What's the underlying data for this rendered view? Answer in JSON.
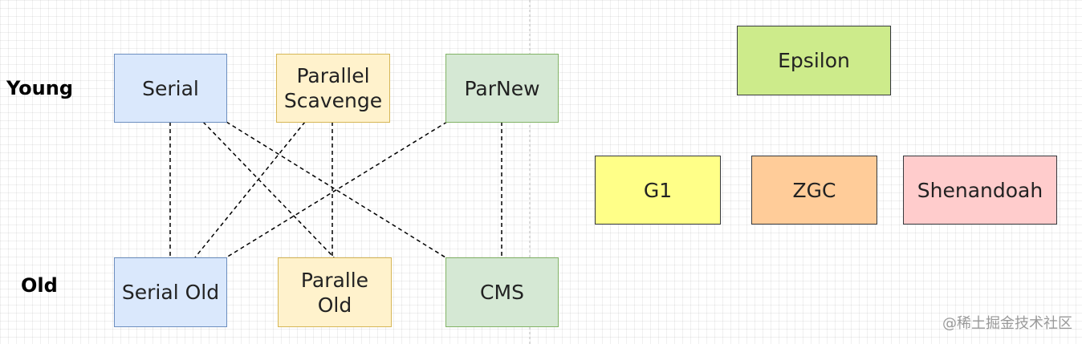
{
  "labels": {
    "young": "Young",
    "old": "Old"
  },
  "young": {
    "serial": "Serial",
    "parallel_scavenge": "Parallel\nScavenge",
    "parnew": "ParNew"
  },
  "old": {
    "serial_old": "Serial Old",
    "parallel_old": "Paralle\nOld",
    "cms": "CMS"
  },
  "standalone": {
    "epsilon": "Epsilon",
    "g1": "G1",
    "zgc": "ZGC",
    "shenandoah": "Shenandoah"
  },
  "watermark": "@稀土掘金技术社区",
  "colors": {
    "blue_fill": "#dae8fc",
    "blue_border": "#6c8ebf",
    "yellow_fill": "#fff2cc",
    "yellow_border": "#d6b656",
    "green_fill": "#d5e8d4",
    "green_border": "#82b366",
    "lime_fill": "#cdeb8b",
    "lime_border": "#36393d",
    "bright_yellow_fill": "#ffff88",
    "bright_yellow_border": "#36393d",
    "orange_fill": "#ffcc99",
    "orange_border": "#36393d",
    "pink_fill": "#ffcccc",
    "pink_border": "#36393d"
  }
}
